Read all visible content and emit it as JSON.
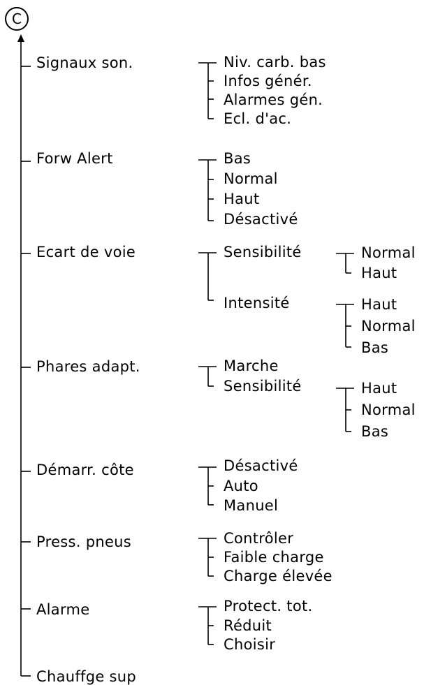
{
  "root": {
    "label": "C"
  },
  "tree": [
    {
      "label": "Signaux son.",
      "children": [
        {
          "label": "Niv. carb. bas"
        },
        {
          "label": "Infos génér."
        },
        {
          "label": "Alarmes gén."
        },
        {
          "label": "Ecl. d'ac."
        }
      ]
    },
    {
      "label": "Forw Alert",
      "children": [
        {
          "label": "Bas"
        },
        {
          "label": "Normal"
        },
        {
          "label": "Haut"
        },
        {
          "label": "Désactivé"
        }
      ]
    },
    {
      "label": "Ecart de voie",
      "children": [
        {
          "label": "Sensibilité",
          "children": [
            {
              "label": "Normal"
            },
            {
              "label": "Haut"
            }
          ]
        },
        {
          "label": "Intensité",
          "children": [
            {
              "label": "Haut"
            },
            {
              "label": "Normal"
            },
            {
              "label": "Bas"
            }
          ]
        }
      ]
    },
    {
      "label": "Phares adapt.",
      "children": [
        {
          "label": "Marche"
        },
        {
          "label": "Sensibilité",
          "children": [
            {
              "label": "Haut"
            },
            {
              "label": "Normal"
            },
            {
              "label": "Bas"
            }
          ]
        }
      ]
    },
    {
      "label": "Démarr. côte",
      "children": [
        {
          "label": "Désactivé"
        },
        {
          "label": "Auto"
        },
        {
          "label": "Manuel"
        }
      ]
    },
    {
      "label": "Press. pneus",
      "children": [
        {
          "label": "Contrôler"
        },
        {
          "label": "Faible charge"
        },
        {
          "label": "Charge élevée"
        }
      ]
    },
    {
      "label": "Alarme",
      "children": [
        {
          "label": "Protect. tot."
        },
        {
          "label": "Réduit"
        },
        {
          "label": "Choisir"
        }
      ]
    },
    {
      "label": "Chauffge sup",
      "children": []
    }
  ]
}
